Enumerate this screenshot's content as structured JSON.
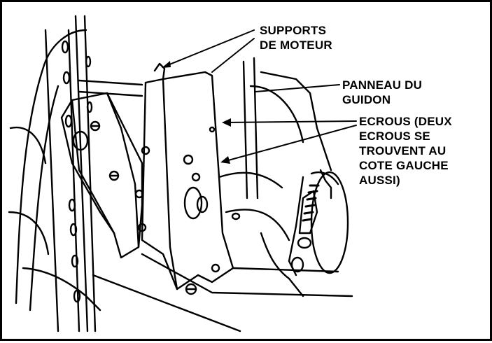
{
  "labels": {
    "supports_moteur": "SUPPORTS\nDE MOTEUR",
    "panneau_du_guidon": "PANNEAU DU\nGUIDON",
    "ecrous": "ECROUS (DEUX\nECROUS SE\nTROUVENT AU\nCOTE GAUCHE\nAUSSI)"
  },
  "colors": {
    "line": "#000000",
    "background": "#ffffff"
  }
}
